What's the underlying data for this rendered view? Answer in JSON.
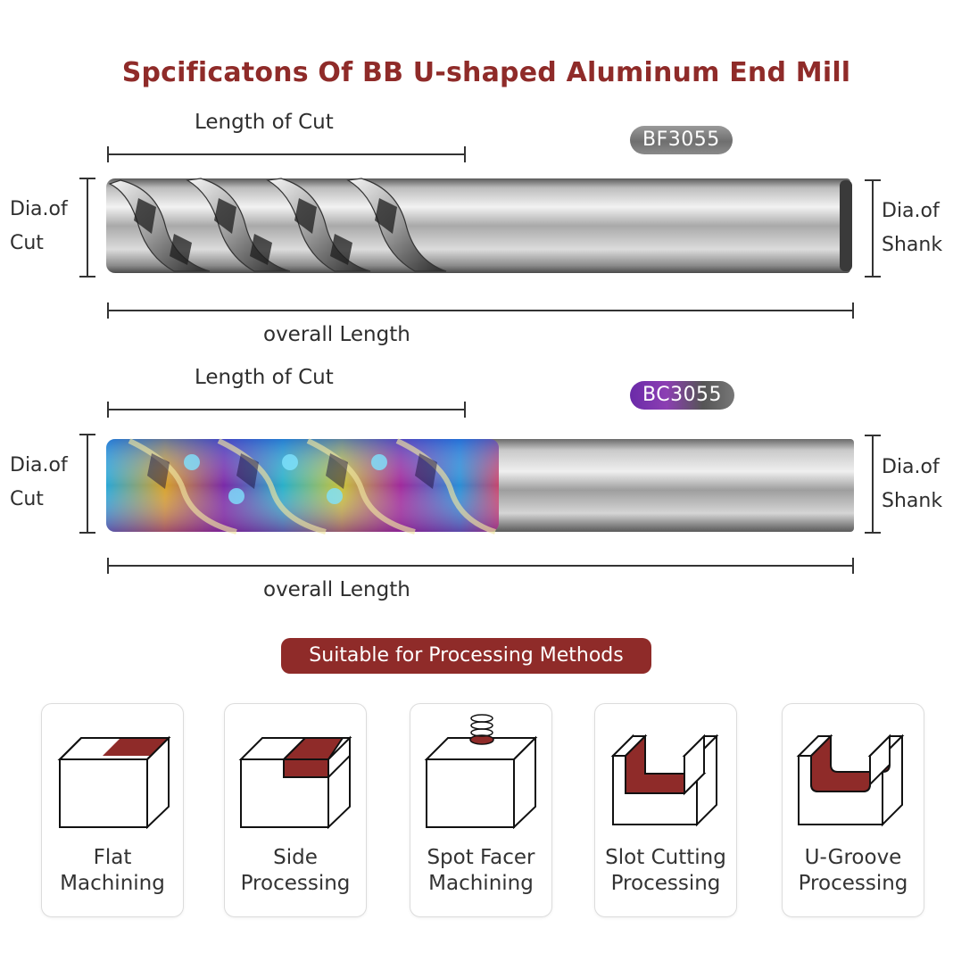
{
  "title": "Spcificatons Of BB  U-shaped Aluminum End Mill",
  "tools": [
    {
      "model": "BF3055",
      "finish": "uncoated silver",
      "badge_color": "#7a7a7a",
      "labels": {
        "length_of_cut": "Length of Cut",
        "dia_of_cut": [
          "Dia.of",
          "Cut"
        ],
        "dia_of_shank": [
          "Dia.of",
          "Shank"
        ],
        "overall_length": "overall Length"
      }
    },
    {
      "model": "BC3055",
      "finish": "rainbow coated",
      "badge_color": "#7a35a8",
      "labels": {
        "length_of_cut": "Length of Cut",
        "dia_of_cut": [
          "Dia.of",
          "Cut"
        ],
        "dia_of_shank": [
          "Dia.of",
          "Shank"
        ],
        "overall_length": "overall Length"
      }
    }
  ],
  "methods_banner": "Suitable for Processing Methods",
  "methods": [
    {
      "icon": "flat-machining-icon",
      "label": [
        "Flat",
        "Machining"
      ]
    },
    {
      "icon": "side-processing-icon",
      "label": [
        "Side",
        "Processing"
      ]
    },
    {
      "icon": "spot-facer-icon",
      "label": [
        "Spot Facer",
        "Machining"
      ]
    },
    {
      "icon": "slot-cutting-icon",
      "label": [
        "Slot Cutting",
        "Processing"
      ]
    },
    {
      "icon": "u-groove-icon",
      "label": [
        "U-Groove",
        "Processing"
      ]
    }
  ],
  "colors": {
    "accent": "#8f2b29",
    "text": "#2e2e2e"
  }
}
